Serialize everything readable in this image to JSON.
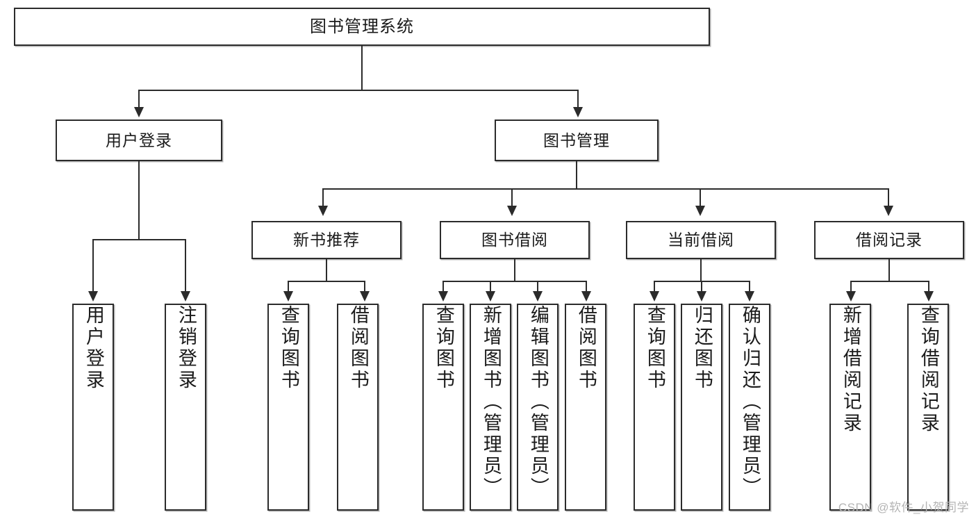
{
  "diagram": {
    "title": "图书管理系统",
    "watermark": "CSDN @软件_小贺同学",
    "colors": {
      "box_border": "#2b2b2b",
      "box_fill": "#ffffff",
      "connector": "#2b2b2b",
      "text": "#1a1a1a",
      "watermark": "#b4b4b4",
      "background": "#ffffff"
    },
    "levels": {
      "root": "图书管理系统",
      "level1": [
        "用户登录",
        "图书管理"
      ],
      "level2": [
        "新书推荐",
        "图书借阅",
        "当前借阅",
        "借阅记录"
      ]
    },
    "nodes": {
      "root": "图书管理系统",
      "user_login": "用户登录",
      "book_manage": "图书管理",
      "new_book_rec": "新书推荐",
      "book_borrow": "图书借阅",
      "current_borrow": "当前借阅",
      "borrow_record": "借阅记录",
      "login_user": "用户登录",
      "logout_user": "注销登录",
      "rec_query_book": "查询图书",
      "rec_borrow_book": "借阅图书",
      "bb_query_book": "查询图书",
      "bb_add_book": "新增图书（管理员）",
      "bb_edit_book": "编辑图书（管理员）",
      "bb_borrow_book": "借阅图书",
      "cb_query_book": "查询图书",
      "cb_return_book": "归还图书",
      "cb_confirm_return": "确认归还（管理员）",
      "br_add_record": "新增借阅记录",
      "br_query_record": "查询借阅记录"
    },
    "tree": [
      {
        "label": "图书管理系统",
        "children": [
          {
            "label": "用户登录",
            "children": [
              {
                "label": "用户登录"
              },
              {
                "label": "注销登录"
              }
            ]
          },
          {
            "label": "图书管理",
            "children": [
              {
                "label": "新书推荐",
                "children": [
                  {
                    "label": "查询图书"
                  },
                  {
                    "label": "借阅图书"
                  }
                ]
              },
              {
                "label": "图书借阅",
                "children": [
                  {
                    "label": "查询图书"
                  },
                  {
                    "label": "新增图书（管理员）"
                  },
                  {
                    "label": "编辑图书（管理员）"
                  },
                  {
                    "label": "借阅图书"
                  }
                ]
              },
              {
                "label": "当前借阅",
                "children": [
                  {
                    "label": "查询图书"
                  },
                  {
                    "label": "归还图书"
                  },
                  {
                    "label": "确认归还（管理员）"
                  }
                ]
              },
              {
                "label": "借阅记录",
                "children": [
                  {
                    "label": "新增借阅记录"
                  },
                  {
                    "label": "查询借阅记录"
                  }
                ]
              }
            ]
          }
        ]
      }
    ]
  }
}
